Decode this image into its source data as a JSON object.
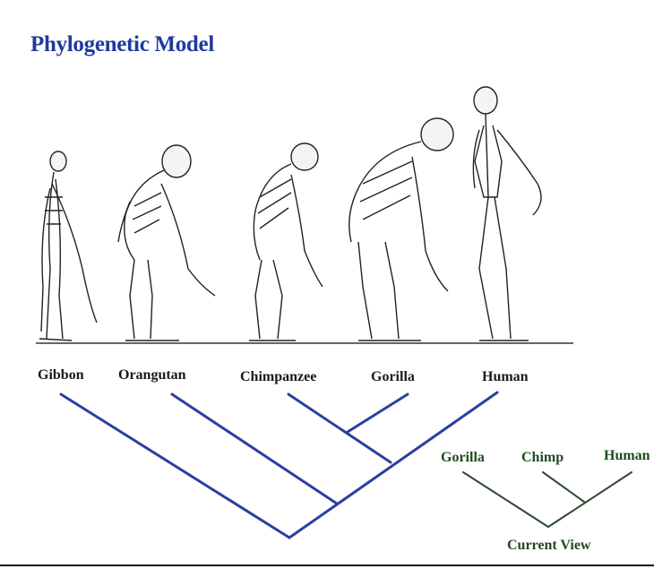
{
  "title": "Phylogenetic Model",
  "species": [
    "Gibbon",
    "Orangutan",
    "Chimpanzee",
    "Gorilla",
    "Human"
  ],
  "current_view": {
    "labels": [
      "Gorilla",
      "Chimp",
      "Human"
    ],
    "caption": "Current View"
  },
  "colors": {
    "title": "#1f3a9e",
    "tree_lines": "#2a3fa0",
    "current_view_lines": "#2f4a2f",
    "current_view_text": "#1f4a1f"
  }
}
